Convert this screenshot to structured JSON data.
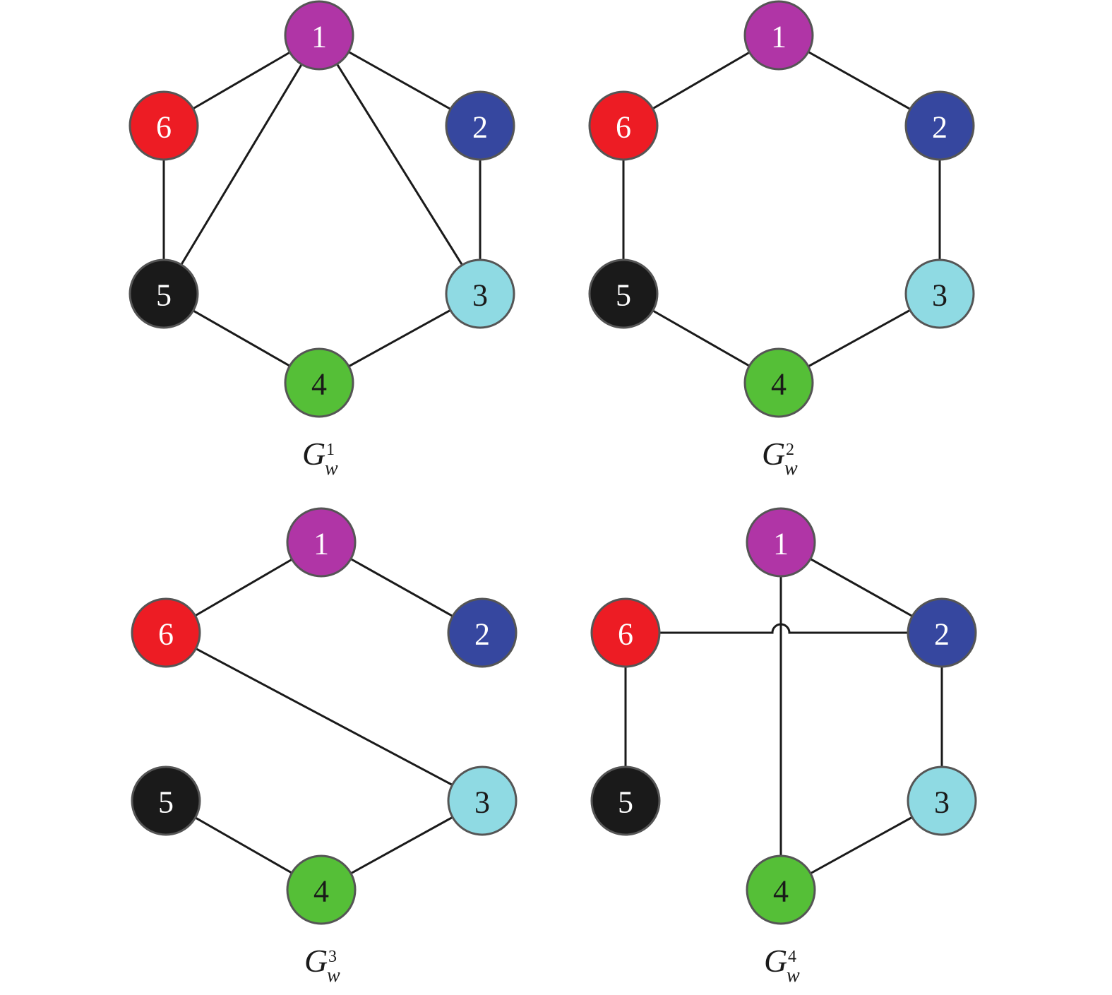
{
  "node_colors": {
    "1": "#b035a6",
    "2": "#36479f",
    "3": "#8fdae3",
    "4": "#55bf37",
    "5": "#1a1a1a",
    "6": "#ed1c24"
  },
  "label_colors": {
    "1": "#ffffff",
    "2": "#ffffff",
    "3": "#1a1a1a",
    "4": "#1a1a1a",
    "5": "#ffffff",
    "6": "#ffffff"
  },
  "graphs": [
    {
      "caption": {
        "main": "G",
        "sub": "w",
        "sup": "1"
      },
      "nodes": [
        "1",
        "2",
        "3",
        "4",
        "5",
        "6"
      ],
      "edges": [
        [
          "1",
          "6"
        ],
        [
          "1",
          "2"
        ],
        [
          "1",
          "5"
        ],
        [
          "1",
          "3"
        ],
        [
          "6",
          "5"
        ],
        [
          "2",
          "3"
        ],
        [
          "5",
          "4"
        ],
        [
          "4",
          "3"
        ]
      ]
    },
    {
      "caption": {
        "main": "G",
        "sub": "w",
        "sup": "2"
      },
      "nodes": [
        "1",
        "2",
        "3",
        "4",
        "5",
        "6"
      ],
      "edges": [
        [
          "1",
          "6"
        ],
        [
          "1",
          "2"
        ],
        [
          "6",
          "5"
        ],
        [
          "2",
          "3"
        ],
        [
          "5",
          "4"
        ],
        [
          "4",
          "3"
        ]
      ]
    },
    {
      "caption": {
        "main": "G",
        "sub": "w",
        "sup": "3"
      },
      "nodes": [
        "1",
        "2",
        "3",
        "4",
        "5",
        "6"
      ],
      "edges": [
        [
          "1",
          "6"
        ],
        [
          "1",
          "2"
        ],
        [
          "6",
          "3"
        ],
        [
          "5",
          "4"
        ],
        [
          "4",
          "3"
        ]
      ]
    },
    {
      "caption": {
        "main": "G",
        "sub": "w",
        "sup": "4"
      },
      "nodes": [
        "1",
        "2",
        "3",
        "4",
        "5",
        "6"
      ],
      "edges": [
        [
          "1",
          "2"
        ],
        [
          "1",
          "4"
        ],
        [
          "6",
          "2"
        ],
        [
          "6",
          "5"
        ],
        [
          "2",
          "3"
        ],
        [
          "4",
          "3"
        ]
      ]
    }
  ]
}
